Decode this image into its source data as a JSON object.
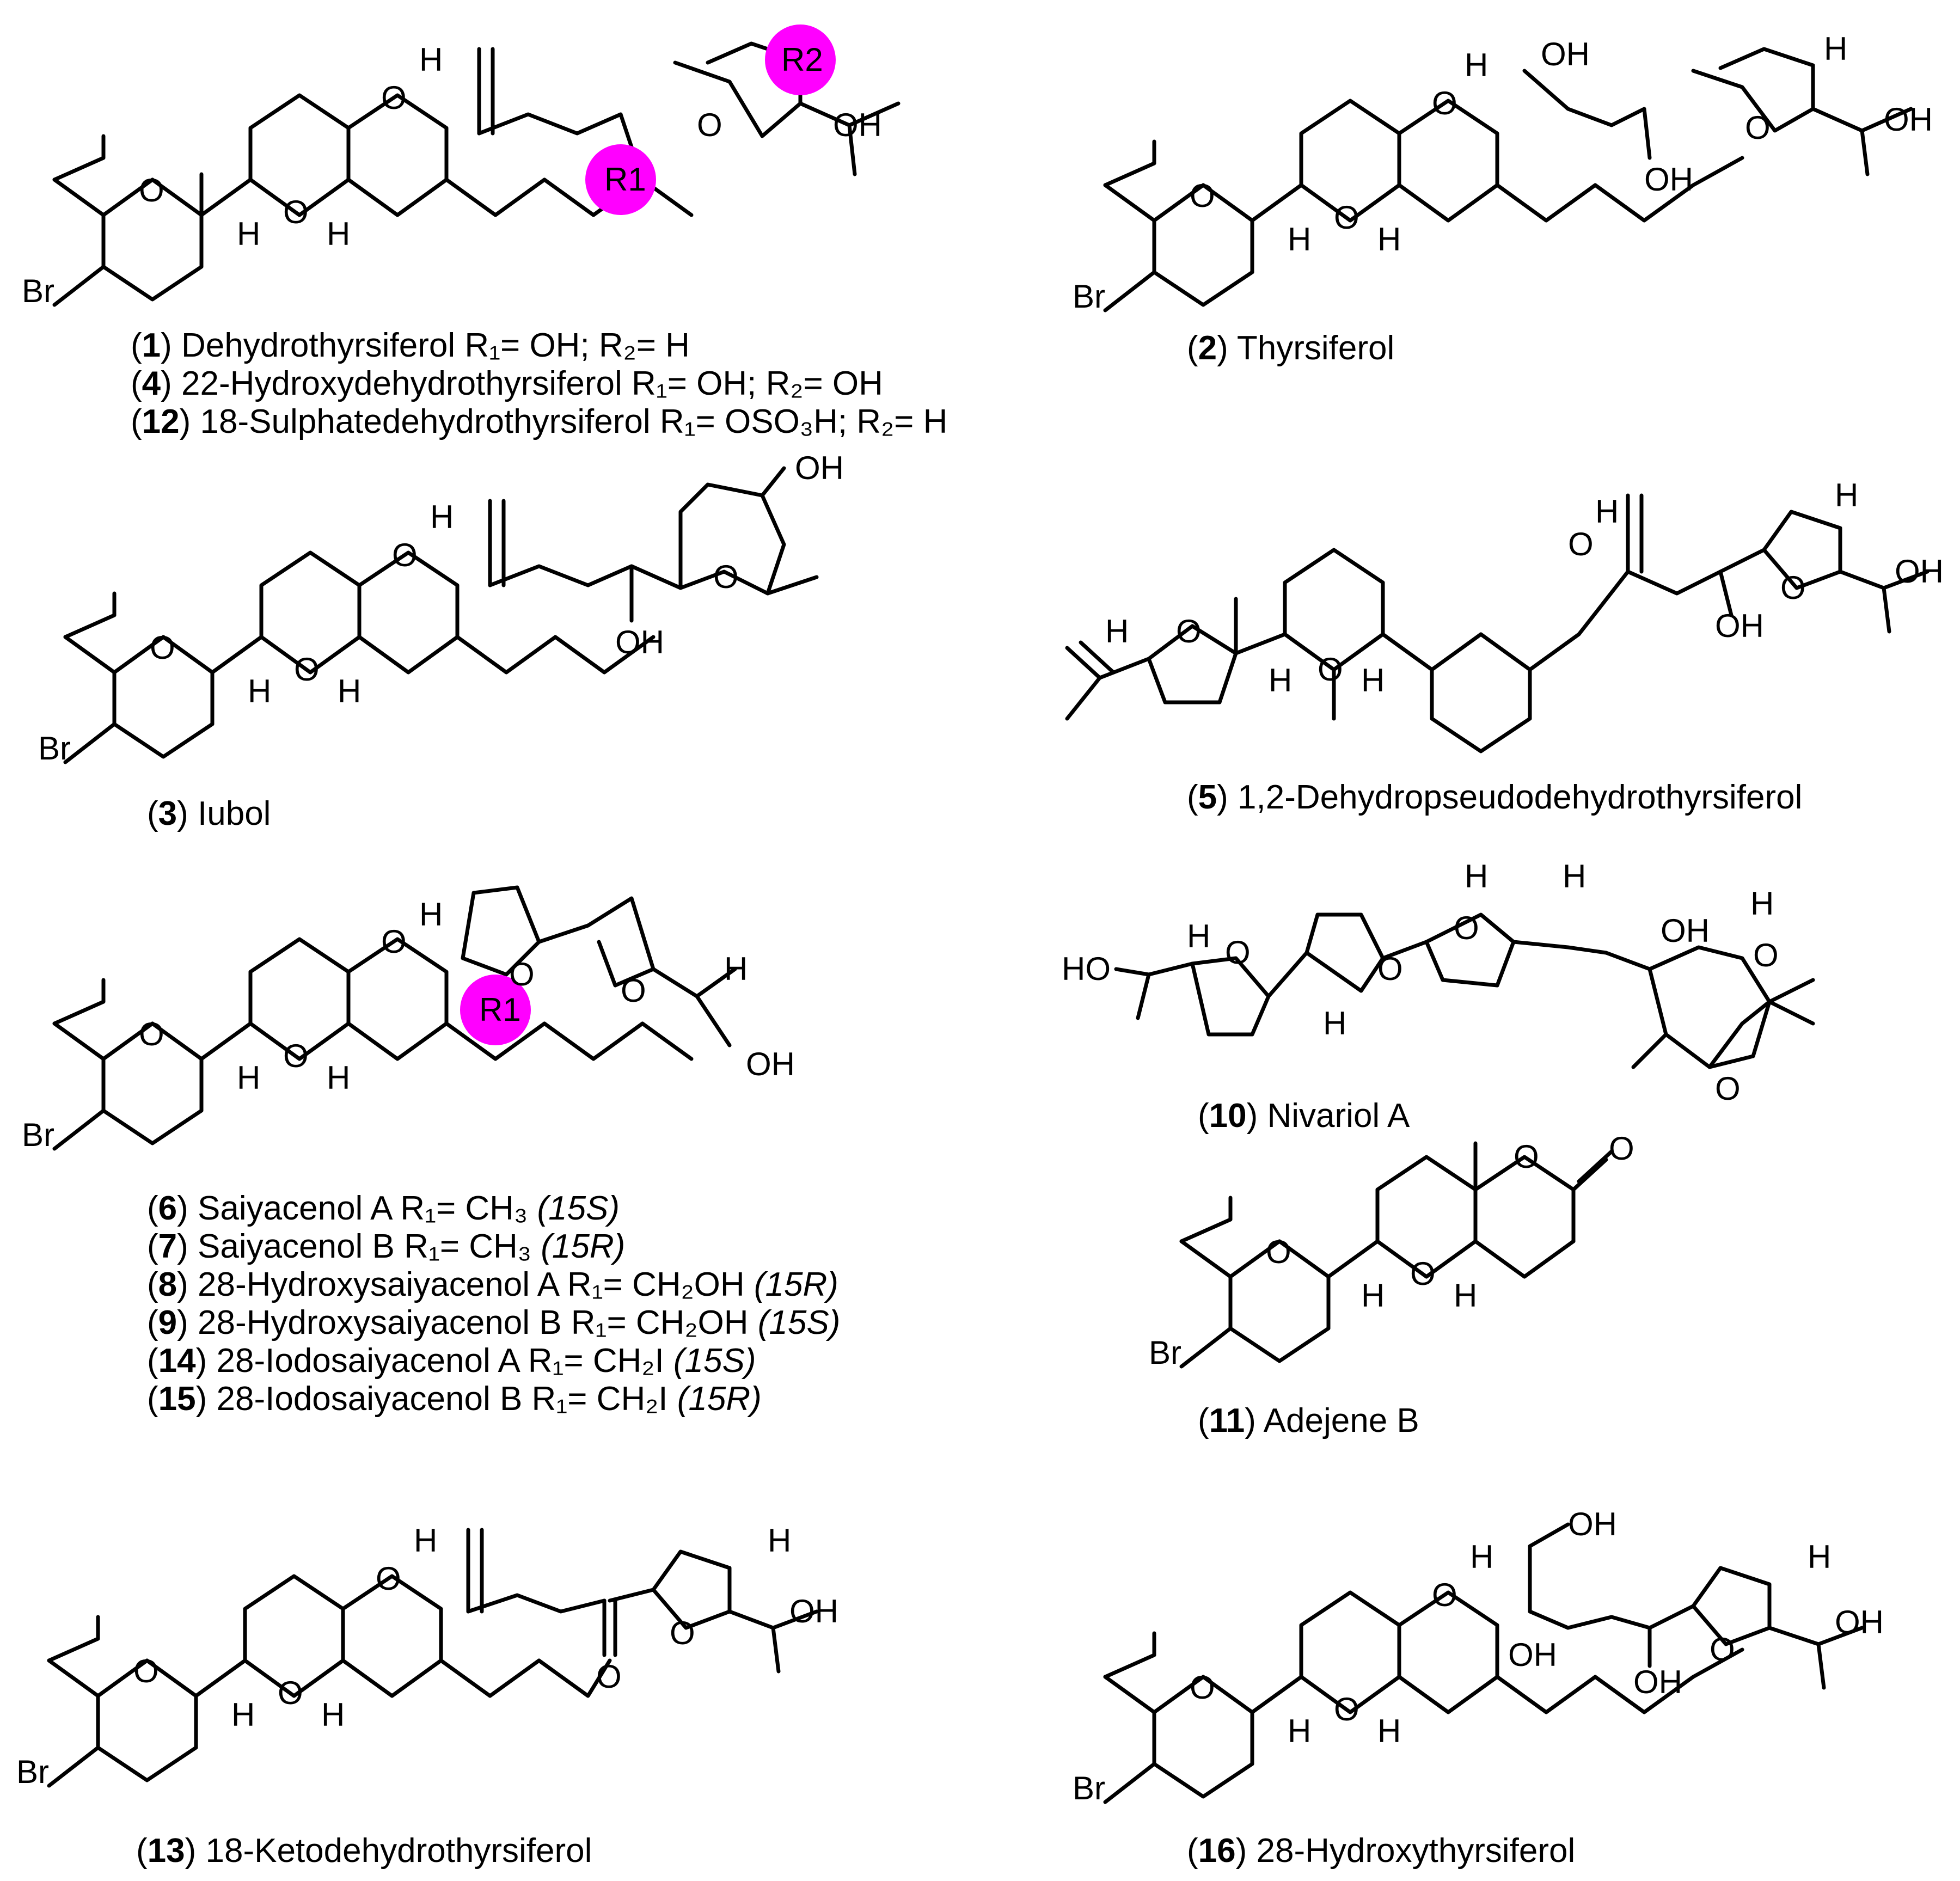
{
  "accent_color": "#ff00ff",
  "atom_symbols": {
    "oxygen": "O",
    "hydrogen": "H",
    "bromine": "Br",
    "hydroxyl": "OH",
    "hydroxyl_left": "HO"
  },
  "r_groups": {
    "r1": "R1",
    "r2": "R2"
  },
  "captions": {
    "c1": {
      "num": "1",
      "text": ") Dehydrothyrsiferol R₁= OH; R₂= H"
    },
    "c4": {
      "num": "4",
      "text": ") 22-Hydroxydehydrothyrsiferol R₁= OH; R₂= OH"
    },
    "c12": {
      "num": "12",
      "text": ") 18-Sulphatedehydrothyrsiferol R₁= OSO₃H; R₂= H"
    },
    "c2": {
      "num": "2",
      "text": ") Thyrsiferol"
    },
    "c3": {
      "num": "3",
      "text": ") Iubol"
    },
    "c5": {
      "num": "5",
      "text": ") 1,2-Dehydropseudodehydrothyrsiferol"
    },
    "c6": {
      "num": "6",
      "text": ") Saiyacenol A R₁= CH₃ ",
      "stereo": "(15S)"
    },
    "c7": {
      "num": "7",
      "text": ") Saiyacenol B R₁= CH₃ ",
      "stereo": "(15R)"
    },
    "c8": {
      "num": "8",
      "text": ") 28-Hydroxysaiyacenol A R₁= CH₂OH ",
      "stereo": "(15R)"
    },
    "c9": {
      "num": "9",
      "text": ") 28-Hydroxysaiyacenol B R₁= CH₂OH ",
      "stereo": "(15S)"
    },
    "c14": {
      "num": "14",
      "text": ") 28-Iodosaiyacenol A R₁= CH₂I ",
      "stereo": "(15S)"
    },
    "c15": {
      "num": "15",
      "text": ") 28-Iodosaiyacenol B R₁= CH₂I ",
      "stereo": "(15R)"
    },
    "c10": {
      "num": "10",
      "text": ") Nivariol A"
    },
    "c11": {
      "num": "11",
      "text": ") Adejene B"
    },
    "c13": {
      "num": "13",
      "text": ") 18-Ketodehydrothyrsiferol"
    },
    "c16": {
      "num": "16",
      "text": ") 28-Hydroxythyrsiferol"
    }
  }
}
